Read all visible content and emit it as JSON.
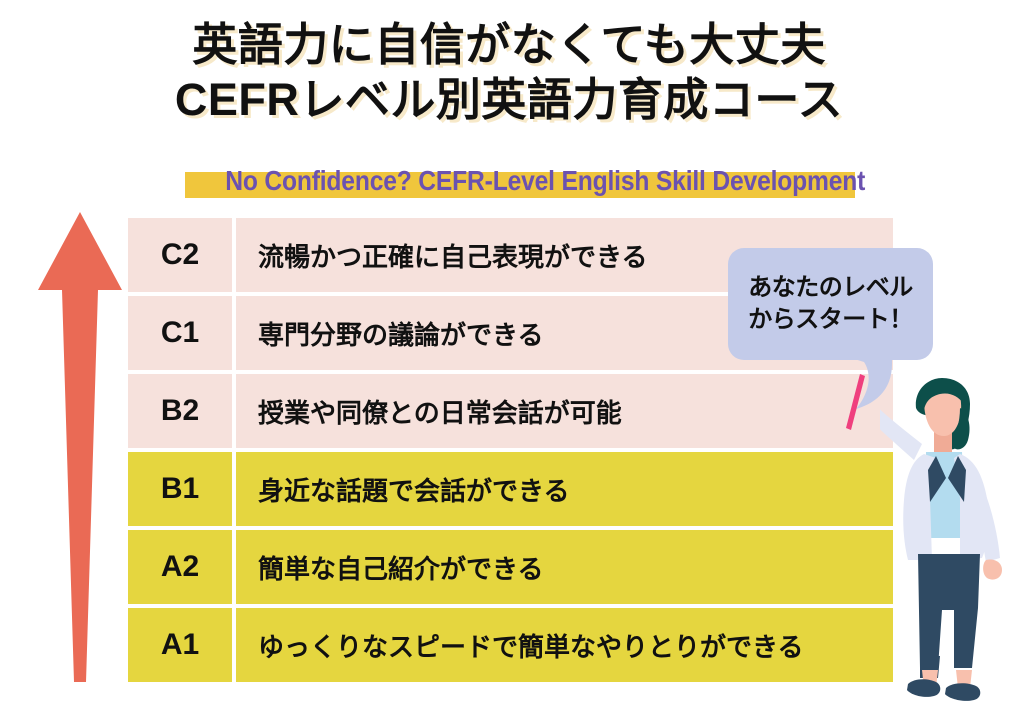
{
  "heading": {
    "line1": "英語力に自信がなくても大丈夫",
    "line2": "CEFRレベル別英語力育成コース"
  },
  "subtitle": {
    "text": "No Confidence? CEFR-Level English Skill Development",
    "bar_color": "#f0c63c",
    "text_color": "#6b52b0"
  },
  "table": {
    "rows": [
      {
        "level": "C2",
        "description": "流暢かつ正確に自己表現ができる",
        "tier": "upper"
      },
      {
        "level": "C1",
        "description": "専門分野の議論ができる",
        "tier": "upper"
      },
      {
        "level": "B2",
        "description": "授業や同僚との日常会話が可能",
        "tier": "upper"
      },
      {
        "level": "B1",
        "description": "身近な話題で会話ができる",
        "tier": "lower"
      },
      {
        "level": "A2",
        "description": "簡単な自己紹介ができる",
        "tier": "lower"
      },
      {
        "level": "A1",
        "description": "ゆっくりなスピードで簡単なやりとりができる",
        "tier": "lower"
      }
    ],
    "upper_color": "#f6e1dc",
    "lower_color": "#e5d63f"
  },
  "callout": {
    "line1": "あなたのレベル",
    "line2": "からスタート！",
    "bubble_color": "#c3cbe9"
  },
  "arrow": {
    "name": "upward-growth-arrow",
    "color": "#ea6a55"
  },
  "character": {
    "name": "teacher-illustration",
    "hair_color": "#0d4f4a",
    "jacket_color": "#e2e6f5",
    "shirt_color": "#b3dcef",
    "trousers_color": "#2f4a63",
    "skin_color": "#f8c0ad",
    "pointer_color": "#ef3f7e"
  }
}
